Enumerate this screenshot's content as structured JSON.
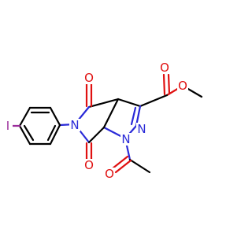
{
  "molecule": {
    "atom_labels": {
      "o_ester_carbonyl": "O",
      "o_ester_alkoxy": "O",
      "n_pyrazoline_imine": "N",
      "n_pyrazoline_acetyl": "N",
      "n_imide": "N",
      "o_imide_upper": "O",
      "o_imide_lower": "O",
      "o_acetyl": "O",
      "iodine": "I"
    },
    "colors": {
      "carbon_bond": "#000000",
      "nitrogen": "#2a2ad8",
      "oxygen": "#e01010",
      "iodine": "#9b2d9b",
      "background": "#ffffff"
    }
  }
}
